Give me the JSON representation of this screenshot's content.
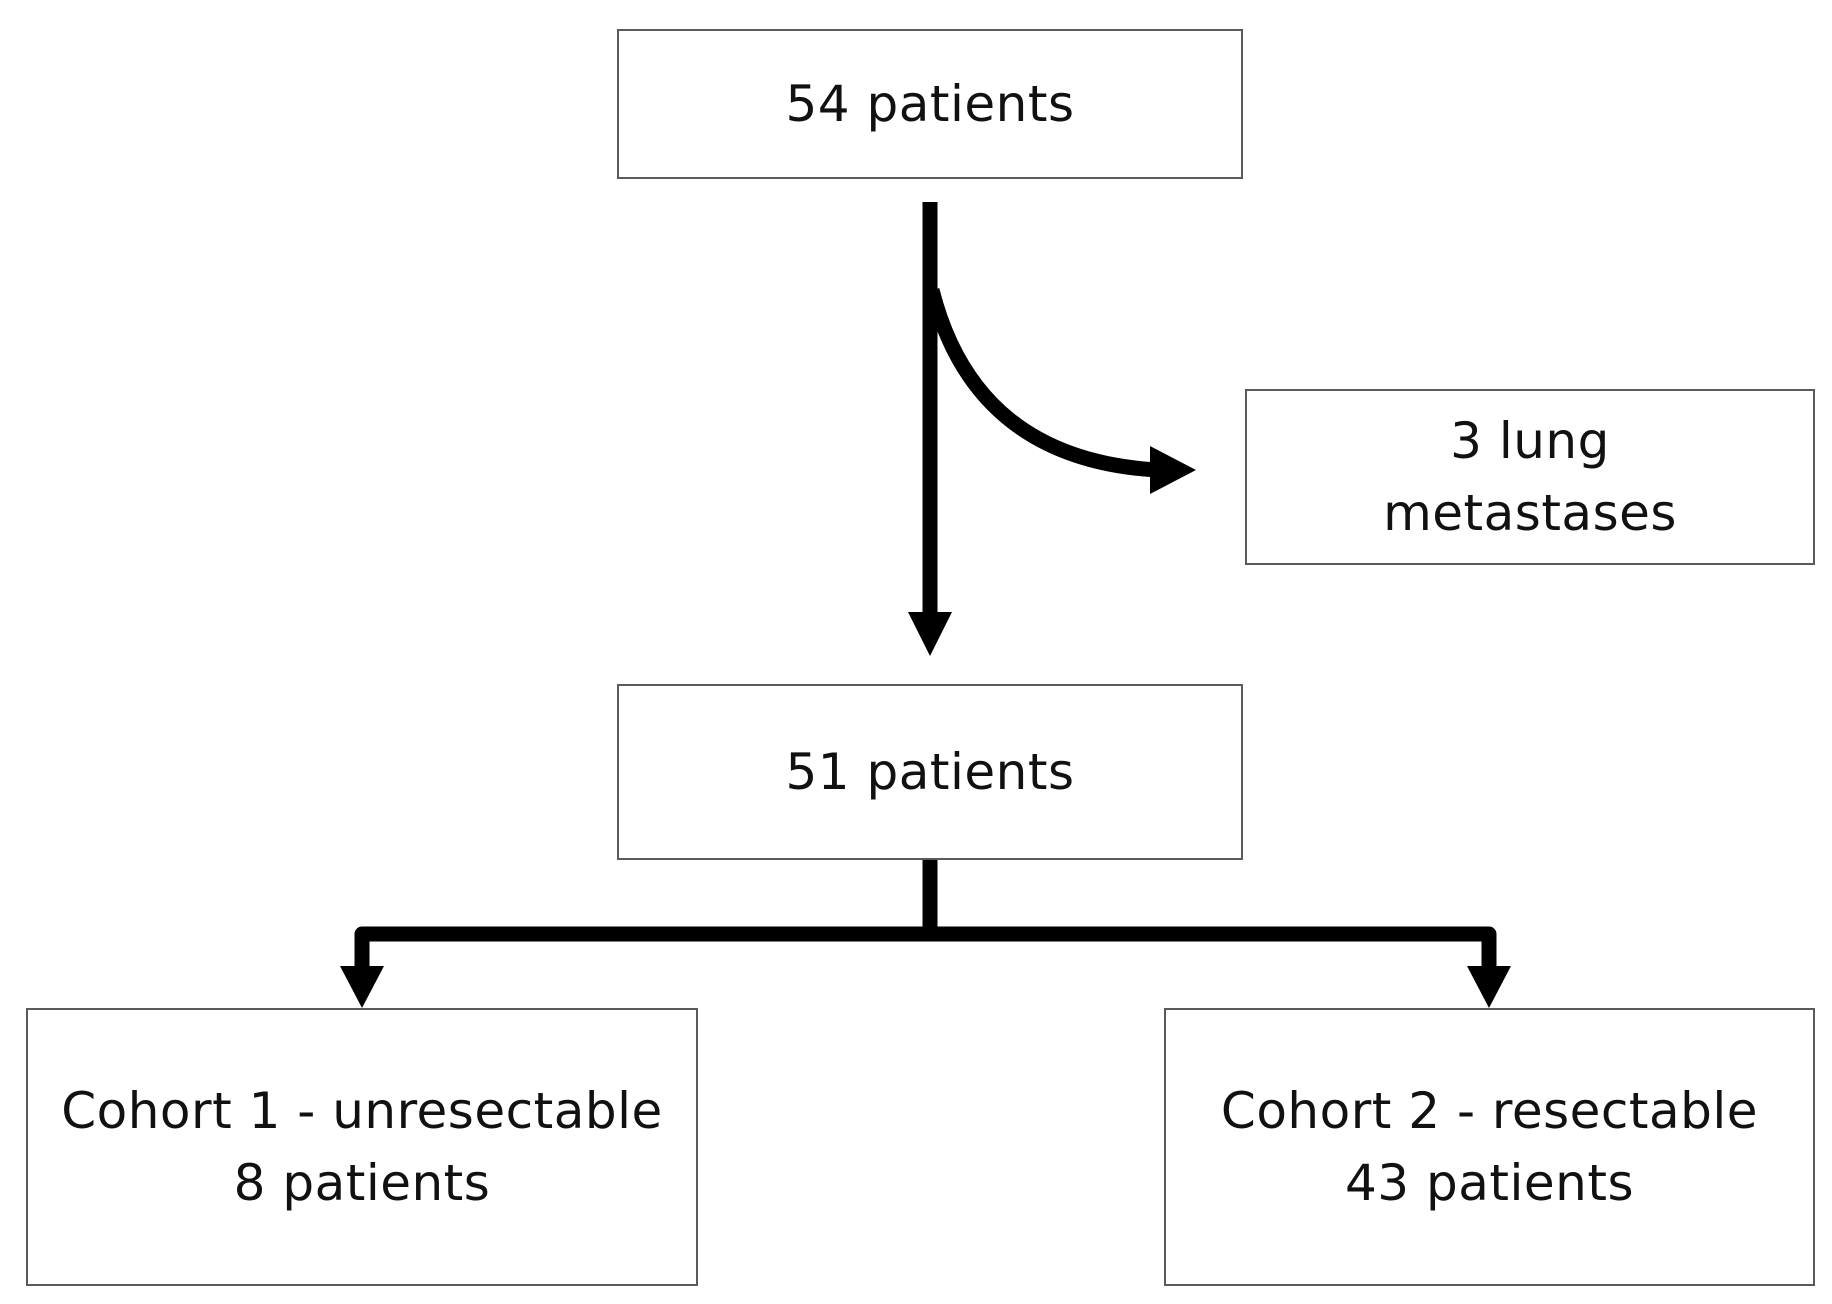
{
  "nodes": {
    "top": {
      "line1": "54 patients"
    },
    "excluded": {
      "line1": "3 lung",
      "line2": "metastases"
    },
    "middle": {
      "line1": "51 patients"
    },
    "cohort1": {
      "line1": "Cohort 1 - unresectable",
      "line2": "8 patients"
    },
    "cohort2": {
      "line1": "Cohort 2 - resectable",
      "line2": "43 patients"
    }
  },
  "colors": {
    "stroke": "#000000",
    "box_border": "#5a5a5a",
    "text": "#111111",
    "background": "#ffffff"
  }
}
